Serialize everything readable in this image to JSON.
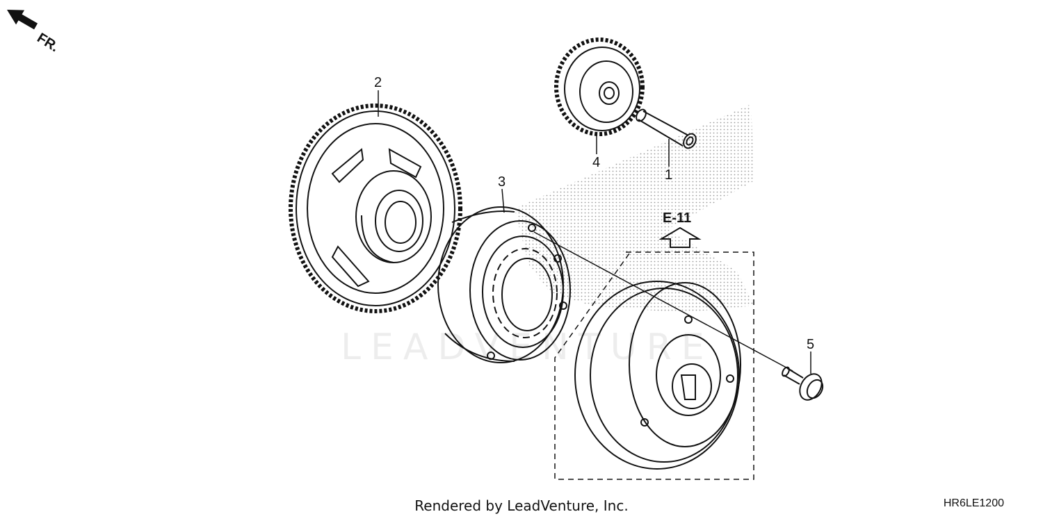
{
  "direction_marker": {
    "label": "FR.",
    "icon": "front-arrow-icon"
  },
  "reference": {
    "label": "E-11",
    "icon": "up-arrow-icon"
  },
  "callouts": [
    {
      "number": "1",
      "part": "shaft-pin"
    },
    {
      "number": "2",
      "part": "large-driven-gear"
    },
    {
      "number": "3",
      "part": "one-way-clutch-housing"
    },
    {
      "number": "4",
      "part": "idle-gear"
    },
    {
      "number": "5",
      "part": "flange-bolt"
    }
  ],
  "watermark": "LEADVENTURE",
  "footer": {
    "credit": "Rendered by LeadVenture, Inc.",
    "diagram_code": "HR6LE1200"
  },
  "colors": {
    "line": "#111111",
    "background": "#ffffff",
    "stipple": "#9a9a9a"
  }
}
